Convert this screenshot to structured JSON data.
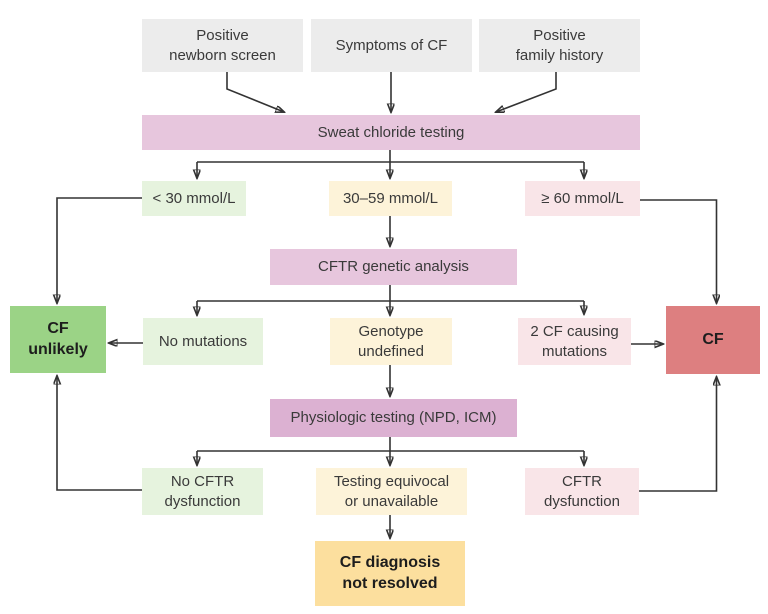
{
  "colors": {
    "background": "#ffffff",
    "source_gray": "#ececec",
    "process_purple": "#e7c6dd",
    "process_purple_dark": "#dcb1d2",
    "outcome_green_light": "#e6f3de",
    "outcome_cream": "#fdf3d9",
    "outcome_pink_light": "#f9e5e8",
    "final_green": "#9bd386",
    "final_red": "#dd7f80",
    "final_orange": "#fcdf9e",
    "line": "#333333",
    "text": "#3a3a3a",
    "text_bold": "#1d1d1d"
  },
  "nodes": {
    "source_newborn": {
      "label": "Positive\nnewborn screen"
    },
    "source_symptoms": {
      "label": "Symptoms of CF"
    },
    "source_family": {
      "label": "Positive\nfamily history"
    },
    "sweat_test": {
      "label": "Sweat chloride testing"
    },
    "result_lt30": {
      "label": "< 30 mmol/L"
    },
    "result_30_59": {
      "label": "30–59 mmol/L"
    },
    "result_ge60": {
      "label": "≥ 60 mmol/L"
    },
    "cftr_analysis": {
      "label": "CFTR genetic analysis"
    },
    "no_mutations": {
      "label": "No mutations"
    },
    "genotype_undef": {
      "label": "Genotype\nundefined"
    },
    "two_cf_mutations": {
      "label": "2 CF causing\nmutations"
    },
    "physiologic_test": {
      "label": "Physiologic testing (NPD, ICM)"
    },
    "no_cftr_dysf": {
      "label": "No CFTR\ndysfunction"
    },
    "testing_equiv": {
      "label": "Testing equivocal\nor unavailable"
    },
    "cftr_dysf": {
      "label": "CFTR\ndysfunction"
    },
    "cf_unlikely": {
      "label": "CF\nunlikely"
    },
    "cf": {
      "label": "CF"
    },
    "not_resolved": {
      "label": "CF diagnosis\nnot resolved"
    }
  }
}
